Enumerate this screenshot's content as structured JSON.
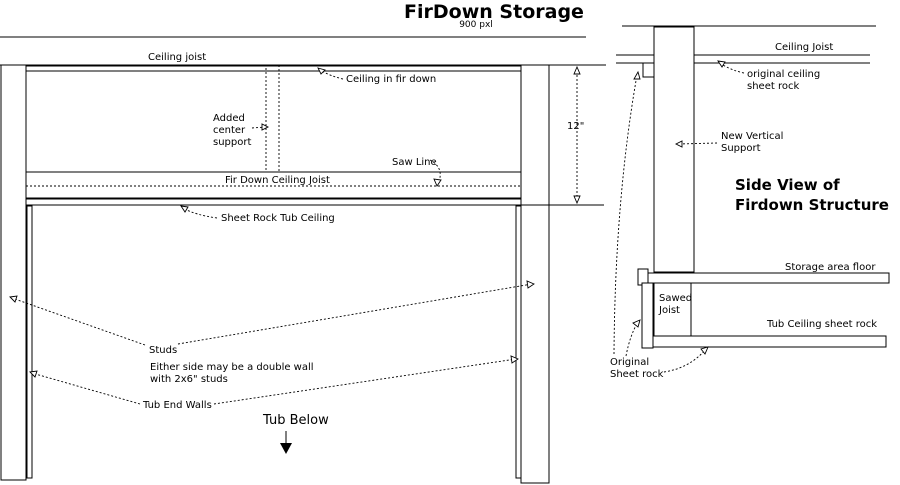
{
  "title": "FirDown Storage",
  "subtitle": "900 pxl",
  "front_view": {
    "labels": {
      "ceiling_joist": "Ceiling joist",
      "ceiling_in_fir_down": "Ceiling in fir down",
      "added_center_support": [
        "Added",
        "center",
        "support"
      ],
      "dimension": "12\"",
      "saw_line": "Saw Line",
      "fir_down_ceiling_joist": "Fir Down Ceiling Joist",
      "sheet_rock_tub_ceiling": "Sheet Rock Tub Ceiling",
      "studs": "Studs",
      "double_wall_note": [
        "Either side may be a double wall",
        "with 2x6\" studs"
      ],
      "tub_end_walls": "Tub End Walls",
      "tub_below": "Tub Below"
    }
  },
  "side_view": {
    "title": [
      "Side View of",
      "Firdown Structure"
    ],
    "labels": {
      "ceiling_joist": "Ceiling Joist",
      "original_ceiling_sheet_rock": [
        "original ceiling",
        "sheet rock"
      ],
      "new_vertical_support": [
        "New Vertical",
        "Support"
      ],
      "storage_area_floor": "Storage area floor",
      "sawed_joist": [
        "Sawed",
        "Joist"
      ],
      "tub_ceiling_sheet_rock": "Tub Ceiling sheet rock",
      "original_sheet_rock": [
        "Original",
        "Sheet rock"
      ]
    }
  }
}
